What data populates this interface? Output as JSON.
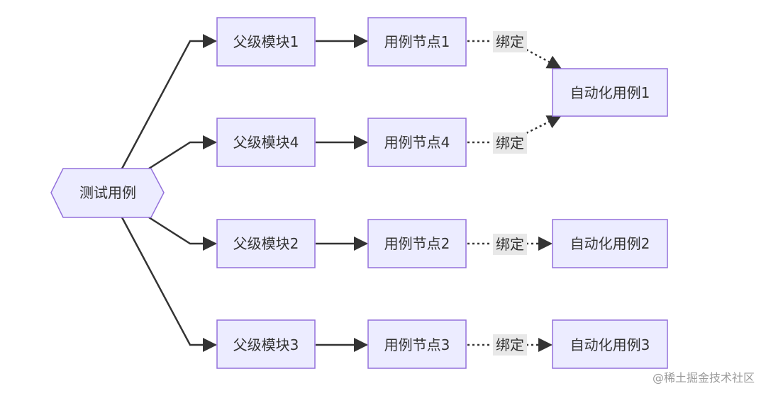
{
  "diagram": {
    "root": "测试用例",
    "modules": [
      "父级模块1",
      "父级模块4",
      "父级模块2",
      "父级模块3"
    ],
    "nodes": [
      "用例节点1",
      "用例节点4",
      "用例节点2",
      "用例节点3"
    ],
    "bind_labels": [
      "绑定",
      "绑定",
      "绑定",
      "绑定"
    ],
    "cases": [
      "自动化用例1",
      "自动化用例2",
      "自动化用例3"
    ]
  },
  "colors": {
    "node_fill": "#ECECFF",
    "node_stroke": "#9370DB",
    "edge": "#333333",
    "label_bg": "#E8E8E8"
  },
  "watermark": "@稀土掘金技术社区"
}
